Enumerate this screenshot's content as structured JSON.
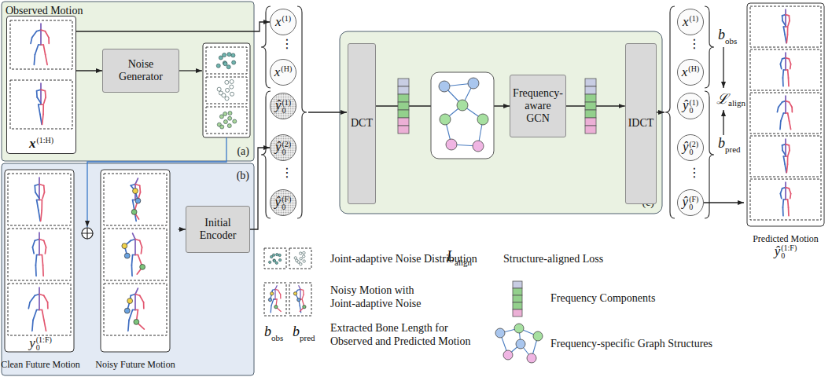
{
  "diagram": {
    "nodes": [
      {
        "text": [
          "Observed Motion",
          "(a)"
        ]
      },
      {
        "text": [
          "x",
          "(1:H)"
        ],
        "in": 0
      },
      {
        "text": [
          "Noise Generator"
        ],
        "in": 0
      },
      {
        "text": [
          "(b)"
        ]
      },
      {
        "text": [
          "y",
          "0",
          "(1:F)",
          "Clean Future Motion"
        ],
        "in": 3
      },
      {
        "text": [
          "Noisy Future Motion"
        ],
        "in": 3
      },
      {
        "text": [
          "Initial Encoder"
        ],
        "in": 3
      },
      {
        "text": [
          "x",
          "(1)"
        ]
      },
      {
        "text": [
          "x",
          "(H)"
        ]
      },
      {
        "text": [
          "ŷ",
          "0",
          "(1)"
        ]
      },
      {
        "text": [
          "ŷ",
          "0",
          "(2)"
        ]
      },
      {
        "text": [
          "ŷ",
          "0",
          "(F)"
        ]
      },
      {
        "text": [
          "(c)"
        ]
      },
      {
        "text": [
          "DCT"
        ],
        "in": 12
      },
      {
        "text": [
          "Frequency-aware GCN"
        ],
        "in": 12
      },
      {
        "text": [
          "IDCT"
        ],
        "in": 12
      },
      {
        "text": [
          "x",
          "(1)"
        ]
      },
      {
        "text": [
          "x",
          "(H)"
        ]
      },
      {
        "text": [
          "ŷ",
          "0",
          "(1)"
        ]
      },
      {
        "text": [
          "ŷ",
          "0",
          "(2)"
        ]
      },
      {
        "text": [
          "ŷ",
          "0",
          "(F)"
        ]
      },
      {
        "text": [
          "Predicted Motion",
          "ŷ",
          "0",
          "(1:F)"
        ]
      }
    ],
    "edges": [
      {
        "from": 1,
        "to": 2,
        "arrow": "to"
      },
      {
        "from": 1,
        "to": 7,
        "arrow": "to"
      },
      {
        "from": 4,
        "to": 5,
        "arrow": "to"
      },
      {
        "from": 5,
        "to": 6,
        "arrow": "to"
      },
      {
        "from": 6,
        "to": 10,
        "arrow": "to"
      },
      {
        "from": 13,
        "to": 14,
        "arrow": "to"
      },
      {
        "from": 14,
        "to": 15,
        "arrow": "to"
      },
      {
        "from": 20,
        "to": 21,
        "arrow": "to"
      }
    ],
    "labels": [
      "⋮",
      "⋮",
      "⋮",
      "⋮",
      "b",
      "obs",
      "ℒ",
      "align",
      "b",
      "pred",
      "b",
      "obs",
      "b",
      "pred",
      "L",
      "align"
    ],
    "legend": [
      {
        "text": "Joint-adaptive Noise Distribution"
      },
      {
        "text": "Noisy Motion with Joint-adaptive Noise"
      },
      {
        "text": "Extracted Bone Length for Observed and Predicted Motion"
      },
      {
        "text": "Structure-aligned Loss"
      },
      {
        "text": "Frequency Components"
      },
      {
        "text": "Frequency-specific Graph Structures"
      }
    ]
  }
}
